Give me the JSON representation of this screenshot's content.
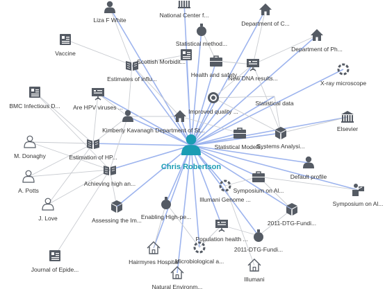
{
  "graph": {
    "colors": {
      "icon": "#555b64",
      "center_icon": "#1a9cb3",
      "center_label": "#1a9cb3",
      "label": "#333333",
      "edge_center": "#9db4ee",
      "edge_other": "#c8cbd0"
    },
    "center": {
      "id": "chris",
      "label": "Chris Robertson",
      "icon": "person-icon"
    },
    "nodes": [
      {
        "id": "liza",
        "label": "Liza F White",
        "icon": "person-icon"
      },
      {
        "id": "ncf",
        "label": "National Center f...",
        "icon": "institution-icon"
      },
      {
        "id": "deptc",
        "label": "Department of C...",
        "icon": "home-icon"
      },
      {
        "id": "deptph",
        "label": "Department of Ph...",
        "icon": "home-icon"
      },
      {
        "id": "vaccine",
        "label": "Vaccine",
        "icon": "document-icon"
      },
      {
        "id": "statmeth",
        "label": "Statistical method...",
        "icon": "potion-icon"
      },
      {
        "id": "scottish",
        "label": "Scottish Morbidit...",
        "icon": "document-icon"
      },
      {
        "id": "estinflu",
        "label": "Estimates of influ...",
        "icon": "book-icon"
      },
      {
        "id": "healthsafety",
        "label": "Health and safety...",
        "icon": "briefcase-icon"
      },
      {
        "id": "newdna",
        "label": "New DNA results...",
        "icon": "presentation-icon"
      },
      {
        "id": "xray",
        "label": "X-ray microscope",
        "icon": "ring-icon"
      },
      {
        "id": "bmc",
        "label": "BMC Infectious D...",
        "icon": "document-icon"
      },
      {
        "id": "hpv",
        "label": "Are HPV viruses ...",
        "icon": "presentation-icon"
      },
      {
        "id": "improved",
        "label": "Improved quality ...",
        "icon": "target-icon"
      },
      {
        "id": "statdata",
        "label": "Statistical data",
        "icon": "none"
      },
      {
        "id": "elsevier",
        "label": "Elsevier",
        "icon": "institution-icon"
      },
      {
        "id": "kimberly",
        "label": "Kimberly Kavanagh",
        "icon": "person-icon"
      },
      {
        "id": "deptst",
        "label": "Department of St...",
        "icon": "home-icon"
      },
      {
        "id": "statmodel",
        "label": "Statistical Modelli...",
        "icon": "briefcase-icon"
      },
      {
        "id": "systems",
        "label": "Systems Analysi...",
        "icon": "cube-icon"
      },
      {
        "id": "donaghy",
        "label": "M. Donaghy",
        "icon": "person-outline-icon"
      },
      {
        "id": "esthp",
        "label": "Estimation of HP...",
        "icon": "book-icon"
      },
      {
        "id": "default",
        "label": "Default profile",
        "icon": "person-icon"
      },
      {
        "id": "achieving",
        "label": "Achieving high an...",
        "icon": "book-icon"
      },
      {
        "id": "potts",
        "label": "A. Potts",
        "icon": "person-outline-icon"
      },
      {
        "id": "illumina1",
        "label": "Illumani Genome ...",
        "icon": "ring-icon"
      },
      {
        "id": "symp1",
        "label": "Symposium on Al...",
        "icon": "briefcase-icon"
      },
      {
        "id": "symp2",
        "label": "Symposium on Al...",
        "icon": "speaker-icon"
      },
      {
        "id": "love",
        "label": "J. Love",
        "icon": "person-outline-icon"
      },
      {
        "id": "assessing",
        "label": "Assessing the Im...",
        "icon": "cube-icon"
      },
      {
        "id": "enabling",
        "label": "Enabling High-pe...",
        "icon": "potion-icon"
      },
      {
        "id": "dtg1",
        "label": "2011-DTG-Fundi...",
        "icon": "cube-icon"
      },
      {
        "id": "pophealth",
        "label": "Population health ...",
        "icon": "presentation-icon"
      },
      {
        "id": "dtg2",
        "label": "2011-DTG-Fundi...",
        "icon": "potion-icon"
      },
      {
        "id": "hairmyres",
        "label": "Hairmyres Hospital",
        "icon": "home-outline-icon"
      },
      {
        "id": "microbio",
        "label": "Microbiological a...",
        "icon": "ring-icon"
      },
      {
        "id": "journal",
        "label": "Journal of Epide...",
        "icon": "document-icon"
      },
      {
        "id": "illumani2",
        "label": "Illumani",
        "icon": "home-outline-icon"
      },
      {
        "id": "natenv",
        "label": "Natural Environm...",
        "icon": "home-outline-icon"
      }
    ],
    "edges": [
      [
        "chris",
        "liza"
      ],
      [
        "chris",
        "ncf"
      ],
      [
        "chris",
        "deptc"
      ],
      [
        "chris",
        "deptph"
      ],
      [
        "chris",
        "statmeth"
      ],
      [
        "chris",
        "scottish"
      ],
      [
        "chris",
        "estinflu"
      ],
      [
        "chris",
        "healthsafety"
      ],
      [
        "chris",
        "newdna"
      ],
      [
        "chris",
        "xray"
      ],
      [
        "chris",
        "hpv"
      ],
      [
        "chris",
        "improved"
      ],
      [
        "chris",
        "statdata"
      ],
      [
        "chris",
        "elsevier"
      ],
      [
        "chris",
        "kimberly"
      ],
      [
        "chris",
        "deptst"
      ],
      [
        "chris",
        "statmodel"
      ],
      [
        "chris",
        "systems"
      ],
      [
        "chris",
        "esthp"
      ],
      [
        "chris",
        "default"
      ],
      [
        "chris",
        "achieving"
      ],
      [
        "chris",
        "illumina1"
      ],
      [
        "chris",
        "symp1"
      ],
      [
        "chris",
        "symp2"
      ],
      [
        "chris",
        "assessing"
      ],
      [
        "chris",
        "enabling"
      ],
      [
        "chris",
        "dtg1"
      ],
      [
        "chris",
        "pophealth"
      ],
      [
        "chris",
        "dtg2"
      ],
      [
        "chris",
        "microbio"
      ],
      [
        "chris",
        "natenv"
      ],
      [
        "chris",
        "hairmyres"
      ],
      [
        "liza",
        "estinflu"
      ],
      [
        "vaccine",
        "estinflu"
      ],
      [
        "bmc",
        "esthp"
      ],
      [
        "bmc",
        "achieving"
      ],
      [
        "hpv",
        "kimberly"
      ],
      [
        "hpv",
        "esthp"
      ],
      [
        "estinflu",
        "deptst"
      ],
      [
        "estinflu",
        "kimberly"
      ],
      [
        "kimberly",
        "esthp"
      ],
      [
        "kimberly",
        "achieving"
      ],
      [
        "deptst",
        "statmodel"
      ],
      [
        "deptst",
        "kimberly"
      ],
      [
        "improved",
        "statdata"
      ],
      [
        "improved",
        "systems"
      ],
      [
        "newdna",
        "improved"
      ],
      [
        "newdna",
        "systems"
      ],
      [
        "systems",
        "elsevier"
      ],
      [
        "symp1",
        "symp2"
      ],
      [
        "symp1",
        "dtg1"
      ],
      [
        "illumina1",
        "symp1"
      ],
      [
        "illumina1",
        "illumani2"
      ],
      [
        "esthp",
        "donaghy"
      ],
      [
        "esthp",
        "potts"
      ],
      [
        "esthp",
        "love"
      ],
      [
        "achieving",
        "donaghy"
      ],
      [
        "achieving",
        "potts"
      ],
      [
        "achieving",
        "assessing"
      ],
      [
        "achieving",
        "love"
      ],
      [
        "enabling",
        "hairmyres"
      ],
      [
        "enabling",
        "microbio"
      ],
      [
        "pophealth",
        "microbio"
      ],
      [
        "pophealth",
        "dtg2"
      ],
      [
        "dtg2",
        "dtg1"
      ],
      [
        "journal",
        "achieving"
      ],
      [
        "scottish",
        "estinflu"
      ],
      [
        "statmeth",
        "healthsafety"
      ],
      [
        "deptc",
        "newdna"
      ],
      [
        "deptph",
        "newdna"
      ],
      [
        "healthsafety",
        "newdna"
      ],
      [
        "statdata",
        "systems"
      ]
    ]
  }
}
